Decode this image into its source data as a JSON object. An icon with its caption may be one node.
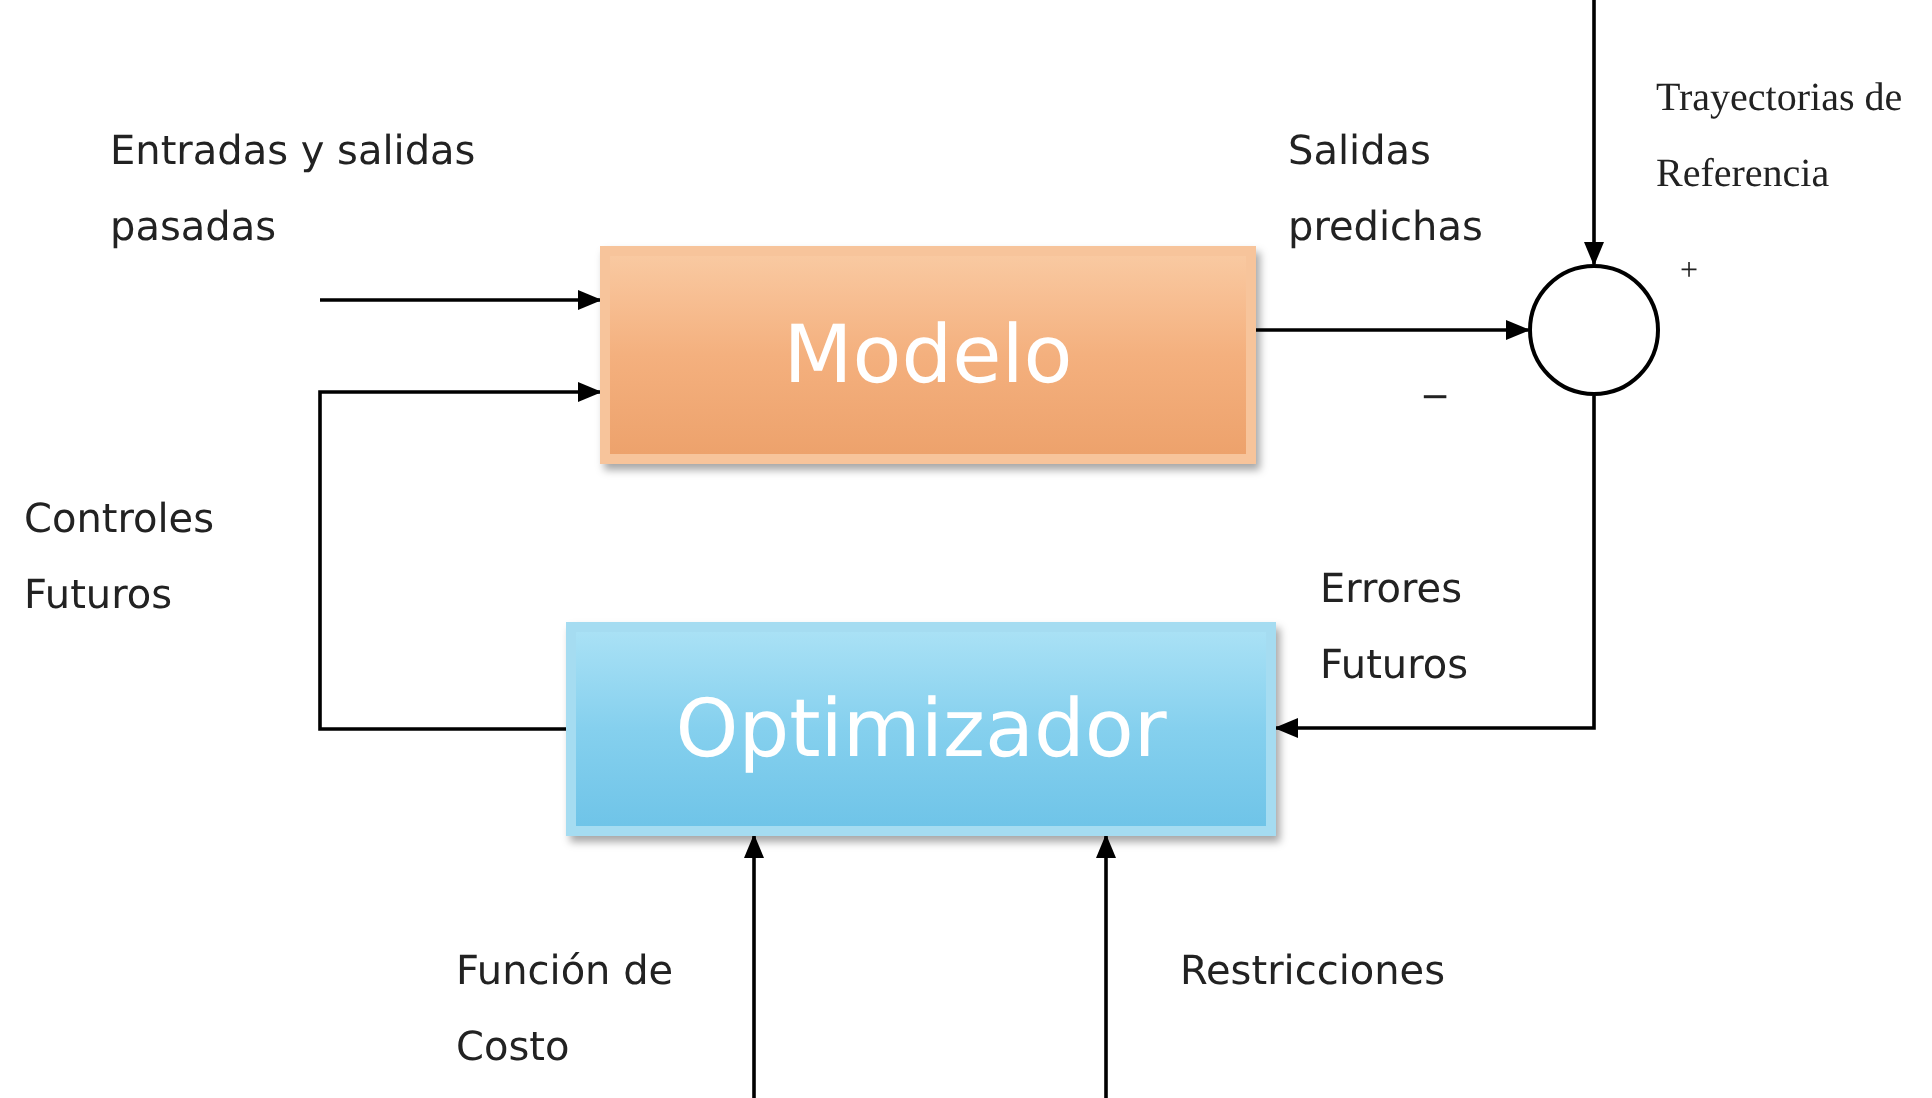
{
  "diagram": {
    "nodes": [
      {
        "text": [
          "Modelo"
        ]
      },
      {
        "text": [
          "Optimizador"
        ]
      },
      {
        "text": [],
        "shape": "circle"
      }
    ],
    "edges": [
      {
        "from": null,
        "to": 0,
        "arrow": "to",
        "label": "Entradas y salidas pasadas"
      },
      {
        "from": 1,
        "to": 0,
        "arrow": "to",
        "label": "Controles Futuros"
      },
      {
        "from": 0,
        "to": 2,
        "arrow": "to",
        "label": "Salidas predichas"
      },
      {
        "from": null,
        "to": 2,
        "arrow": "to",
        "label": "Trayectorias de Referencia"
      },
      {
        "from": 2,
        "to": 1,
        "arrow": "to",
        "label": "Errores Futuros"
      },
      {
        "from": null,
        "to": 1,
        "arrow": "to",
        "label": "Función de Costo"
      },
      {
        "from": null,
        "to": 1,
        "arrow": "to",
        "label": "Restricciones"
      }
    ],
    "labels": [
      "+",
      "−"
    ]
  }
}
